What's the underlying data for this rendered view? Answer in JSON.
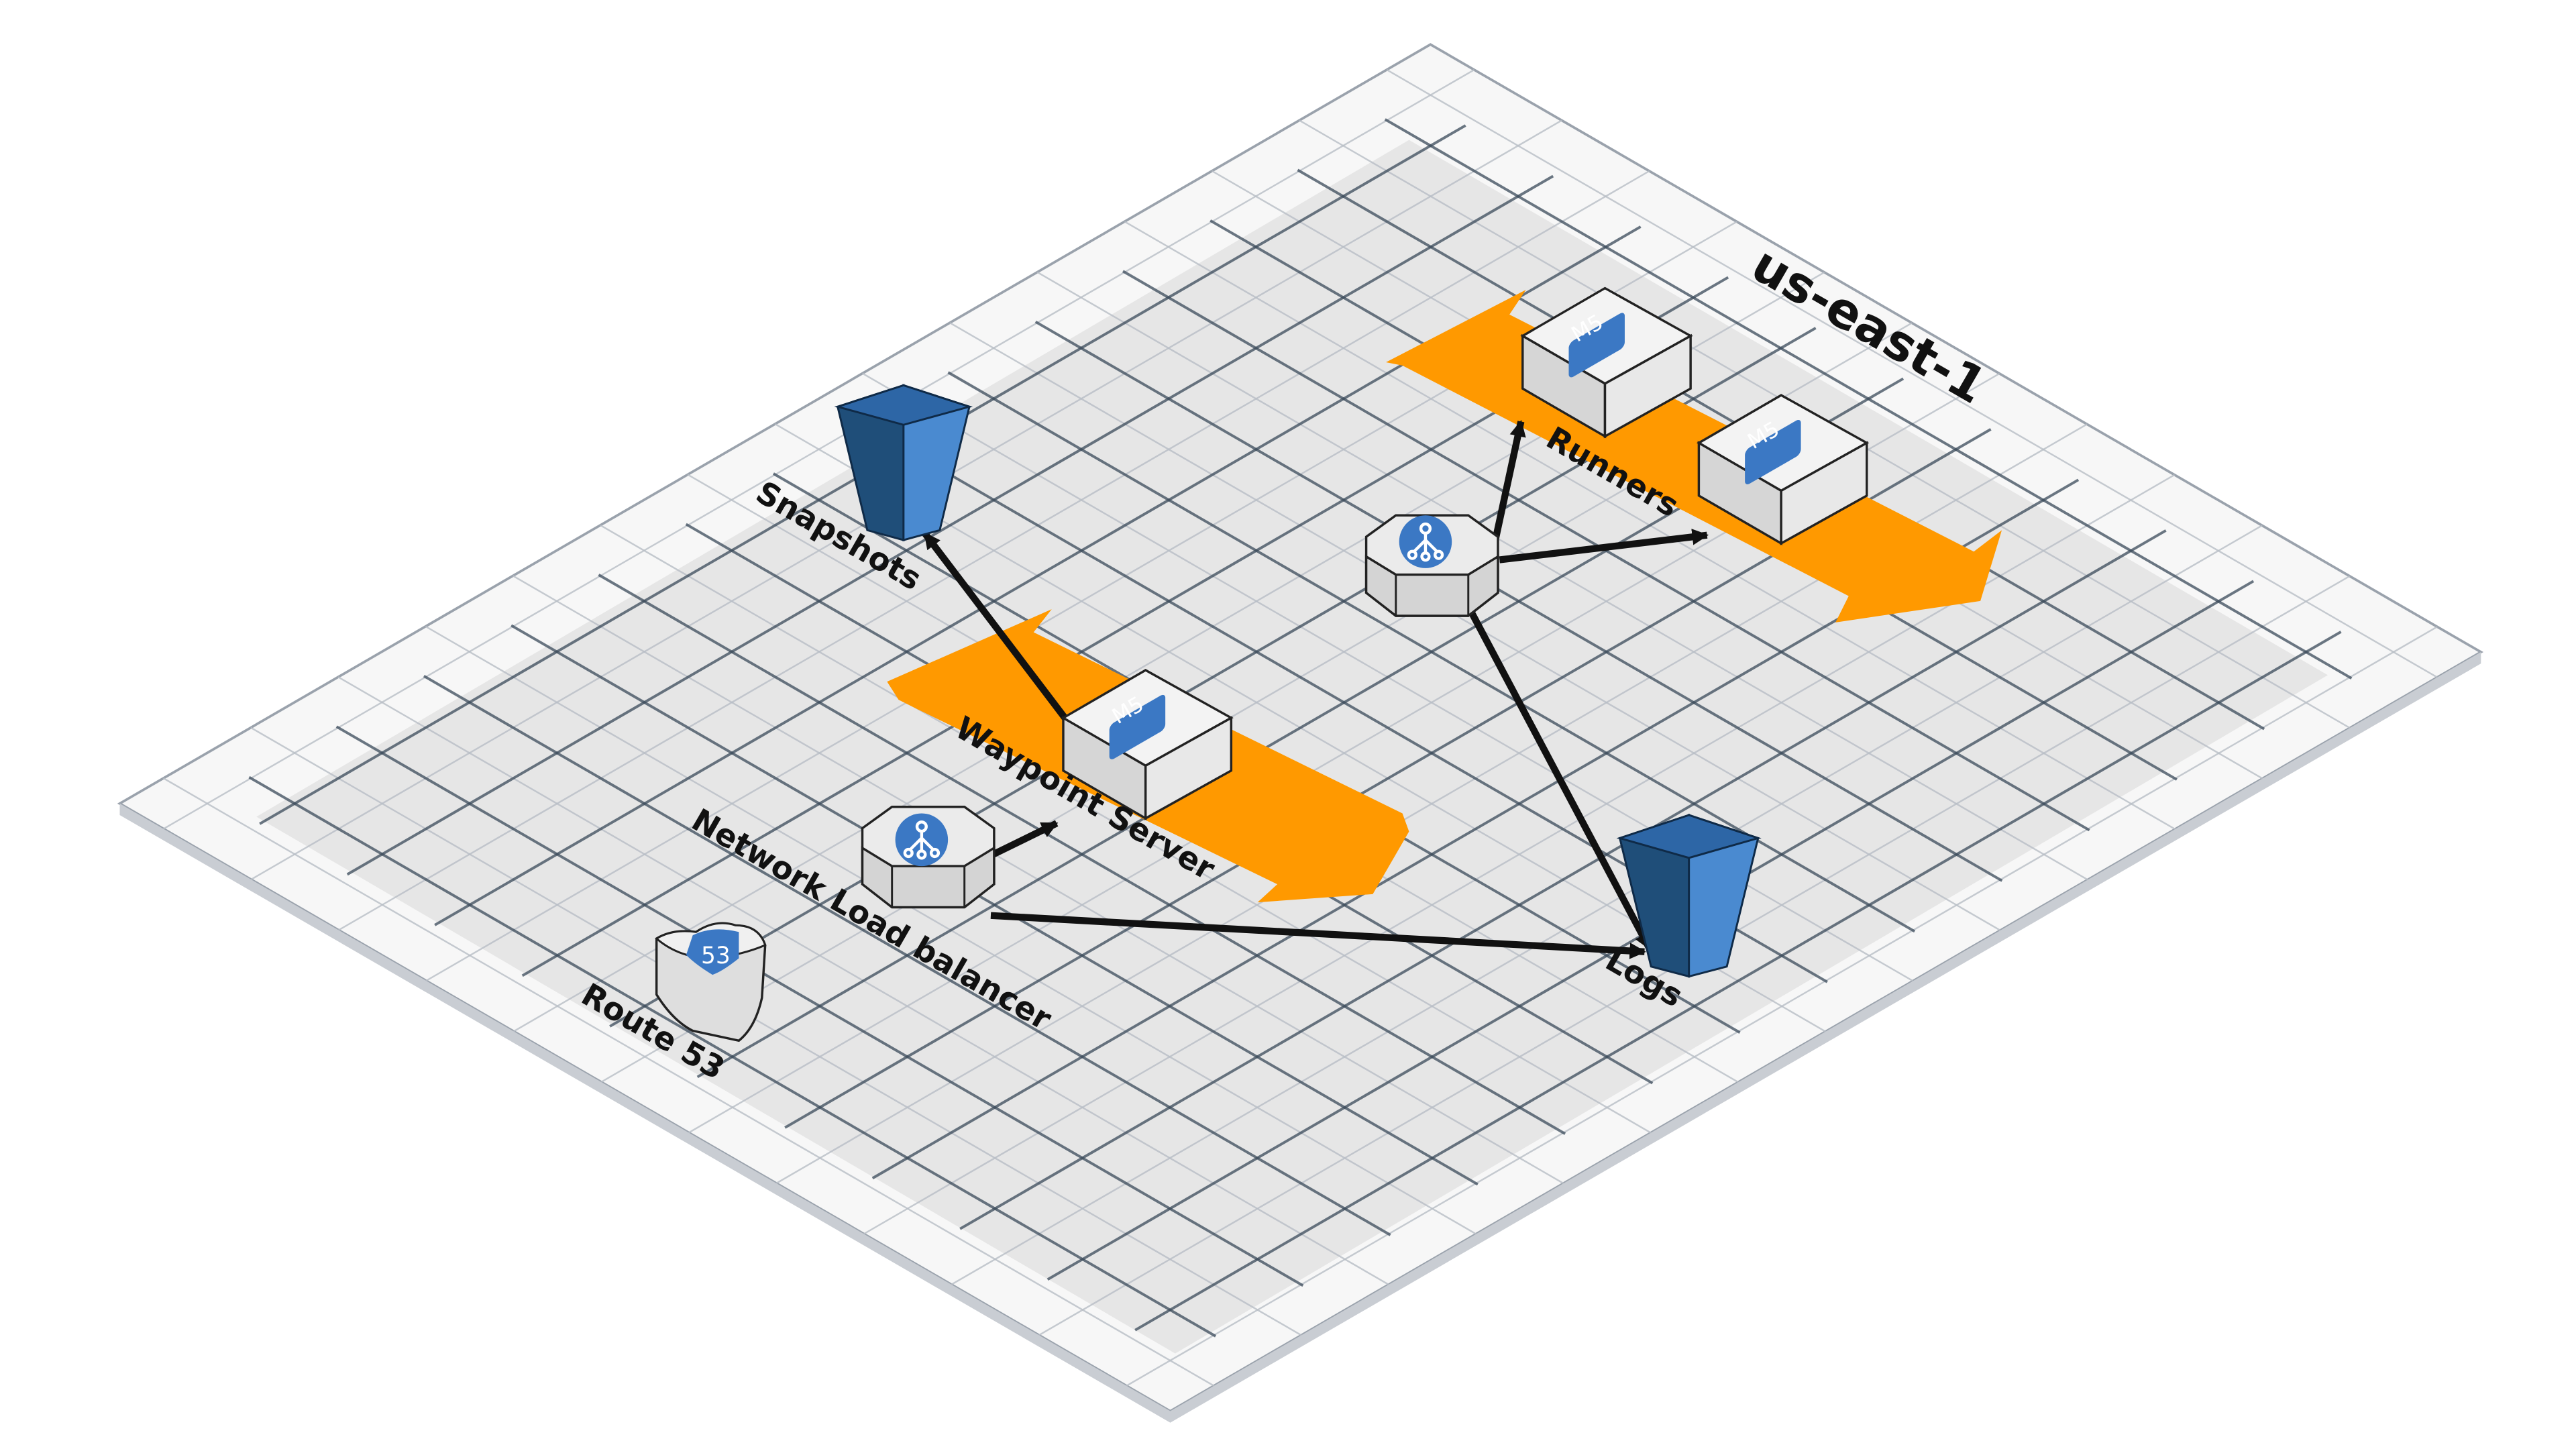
{
  "region": {
    "label": "us-east-1"
  },
  "colors": {
    "board_top": "#f7f7f7",
    "board_band": "#e6e6e6",
    "board_side": "#c9cdd3",
    "orange": "#ff9900",
    "bucket_dark": "#1f4e79",
    "bucket_light": "#4a8ad0",
    "badge": "#3b78c4",
    "box_top": "#f3f3f3",
    "box_left": "#d6d6d6",
    "box_right": "#e8e8e8"
  },
  "nodes": {
    "snapshots": {
      "label": "Snapshots",
      "icon": "s3-bucket-icon"
    },
    "logs": {
      "label": "Logs",
      "icon": "s3-bucket-icon"
    },
    "waypoint_server": {
      "label": "Waypoint Server",
      "badge": "M5",
      "icon": "ec2-instance-icon"
    },
    "runner_1": {
      "badge": "M5",
      "icon": "ec2-instance-icon"
    },
    "runner_2": {
      "badge": "M5",
      "icon": "ec2-instance-icon"
    },
    "runners": {
      "label": "Runners"
    },
    "nlb_server": {
      "label": "Network Load balancer",
      "icon": "load-balancer-icon"
    },
    "nlb_runners": {
      "icon": "load-balancer-icon"
    },
    "route53": {
      "label": "Route 53",
      "badge": "53",
      "icon": "route53-icon"
    }
  },
  "edges": [
    {
      "from": "Waypoint Server",
      "to": "Snapshots"
    },
    {
      "from": "Network Load balancer",
      "to": "Waypoint Server"
    },
    {
      "from": "Network Load balancer",
      "to": "Logs"
    },
    {
      "from": "Load balancer (runners)",
      "to": "Runners"
    },
    {
      "from": "Load balancer (runners)",
      "to": "Logs"
    }
  ]
}
